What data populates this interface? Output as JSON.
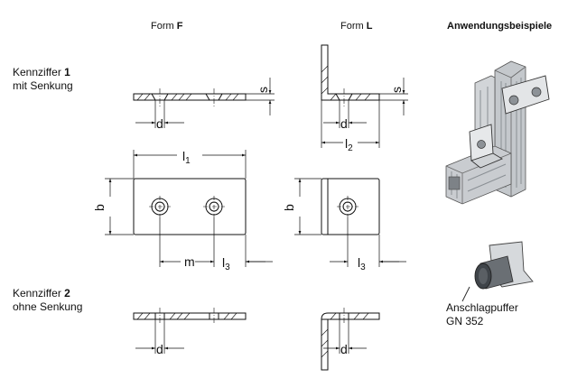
{
  "headers": {
    "form_f_prefix": "Form",
    "form_f_letter": "F",
    "form_l_prefix": "Form",
    "form_l_letter": "L",
    "application_examples": "Anwendungsbeispiele"
  },
  "rows": {
    "k1_prefix": "Kennziffer",
    "k1_number": "1",
    "k1_desc": "mit Senkung",
    "k2_prefix": "Kennziffer",
    "k2_number": "2",
    "k2_desc": "ohne Senkung"
  },
  "dimensions": {
    "s": "s",
    "d": "d",
    "l": "l",
    "l1_sub": "1",
    "l2_sub": "2",
    "l3_sub": "3",
    "b": "b",
    "m": "m"
  },
  "accessory": {
    "line1": "Anschlagpuffer",
    "line2": "GN 352"
  },
  "colors": {
    "line": "#111111",
    "part_fill": "#ffffff",
    "photo_metal": "#b9bdc1",
    "photo_dark": "#5e6368"
  }
}
